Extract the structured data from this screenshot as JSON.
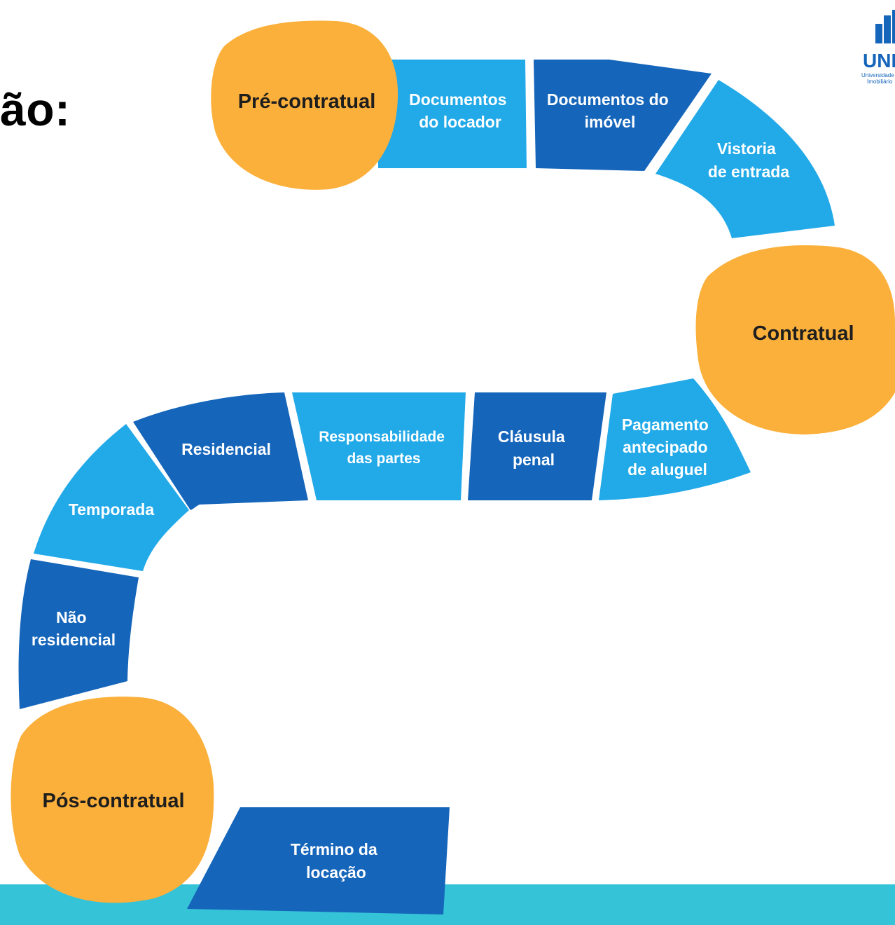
{
  "title_fragment": "ão:",
  "logo": {
    "text": "UNI",
    "line1": "Universidade",
    "line2": "Imobiliário"
  },
  "colors": {
    "orange": "#FBB03B",
    "light_blue": "#22A9E8",
    "dark_blue": "#1565BA",
    "teal": "#35C3D8",
    "text_white": "#FFFFFF",
    "text_dark": "#1E1E1E"
  },
  "stages": {
    "pre": "Pré-contratual",
    "contratual": "Contratual",
    "pos": "Pós-contratual"
  },
  "steps": {
    "documentos_locador": [
      "Documentos",
      "do locador"
    ],
    "documentos_imovel": [
      "Documentos do",
      "imóvel"
    ],
    "vistoria": [
      "Vistoria",
      "de entrada"
    ],
    "pagamento": [
      "Pagamento",
      "antecipado",
      "de aluguel"
    ],
    "clausula": [
      "Cláusula",
      "penal"
    ],
    "responsabilidade": [
      "Responsabilidade",
      "das partes"
    ],
    "residencial": [
      "Residencial"
    ],
    "temporada": [
      "Temporada"
    ],
    "nao_residencial": [
      "Não",
      "residencial"
    ],
    "termino": [
      "Término da",
      "locação"
    ]
  }
}
